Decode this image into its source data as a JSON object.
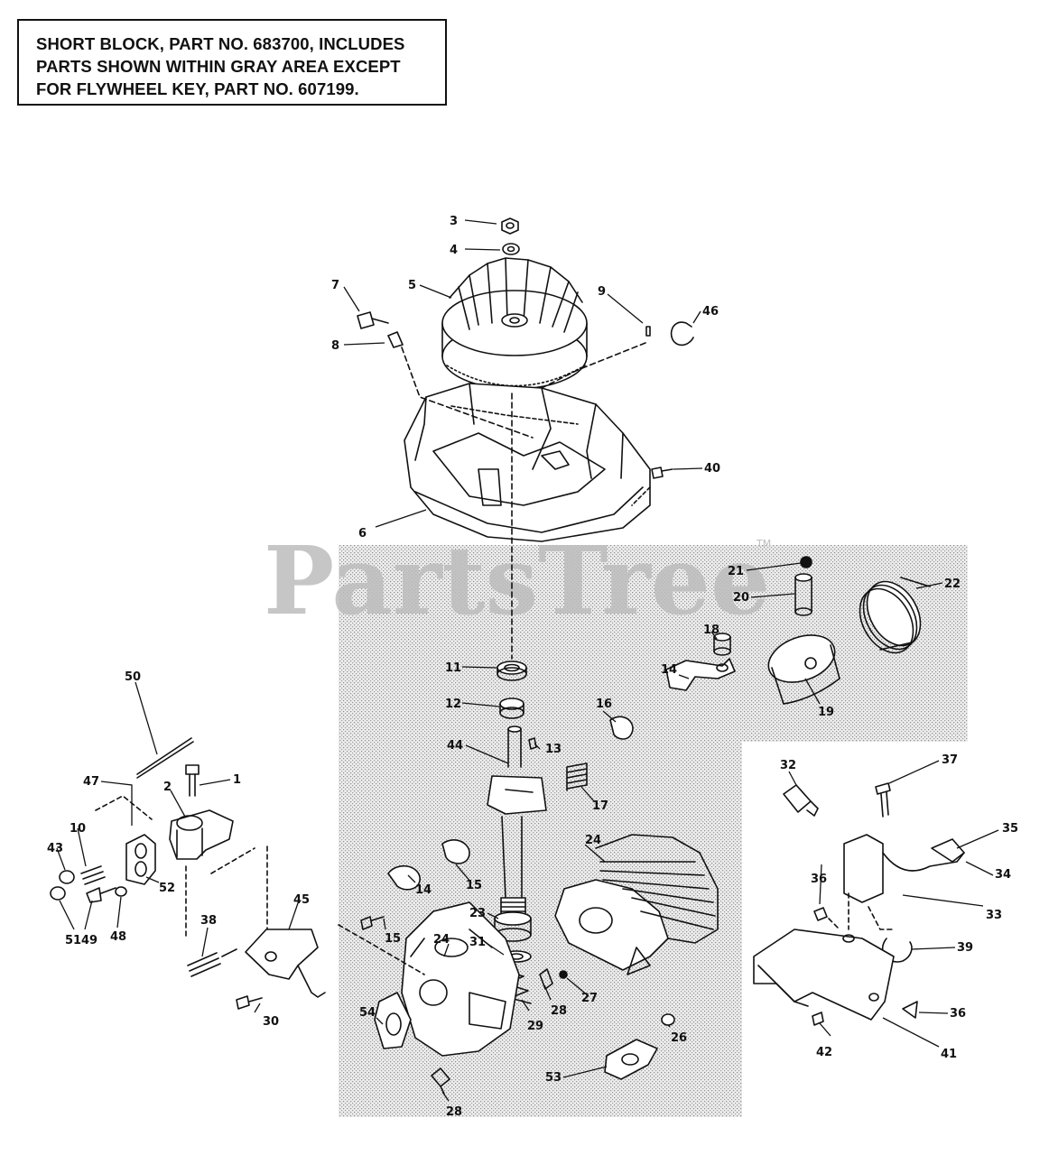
{
  "note": {
    "lines": [
      "SHORT BLOCK, PART NO. 683700, INCLUDES",
      "PARTS SHOWN WITHIN GRAY AREA EXCEPT",
      "FOR FLYWHEEL KEY, PART NO. 607199."
    ]
  },
  "watermark": {
    "text": "PartsTree",
    "trademark": "TM"
  },
  "colors": {
    "ink": "#111111",
    "shade": "#d9d9d9",
    "watermark": "#bdbdbd"
  },
  "callouts": {
    "c3": "3",
    "c4": "4",
    "c5": "5",
    "c7": "7",
    "c8": "8",
    "c9": "9",
    "c46": "46",
    "c40": "40",
    "c6": "6",
    "c21": "21",
    "c20": "20",
    "c22": "22",
    "c18": "18",
    "c11": "11",
    "c12": "12",
    "c14a": "14",
    "c19": "19",
    "c16": "16",
    "c13": "13",
    "c44": "44",
    "c17": "17",
    "c50": "50",
    "c47": "47",
    "c2": "2",
    "c1": "1",
    "c10": "10",
    "c43": "43",
    "c52": "52",
    "c51": "51",
    "c49": "49",
    "c48": "48",
    "c32": "32",
    "c37": "37",
    "c35": "35",
    "c34": "34",
    "c24a": "24",
    "c15a": "15",
    "c14b": "14",
    "c15b": "15",
    "c45": "45",
    "c38": "38",
    "c30": "30",
    "c23": "23",
    "c31": "31",
    "c24b": "24",
    "c54": "54",
    "c29": "29",
    "c28a": "28",
    "c27": "27",
    "c26": "26",
    "c53": "53",
    "c28b": "28",
    "c33": "33",
    "c36a": "36",
    "c39": "39",
    "c36b": "36",
    "c42": "42",
    "c41": "41"
  }
}
